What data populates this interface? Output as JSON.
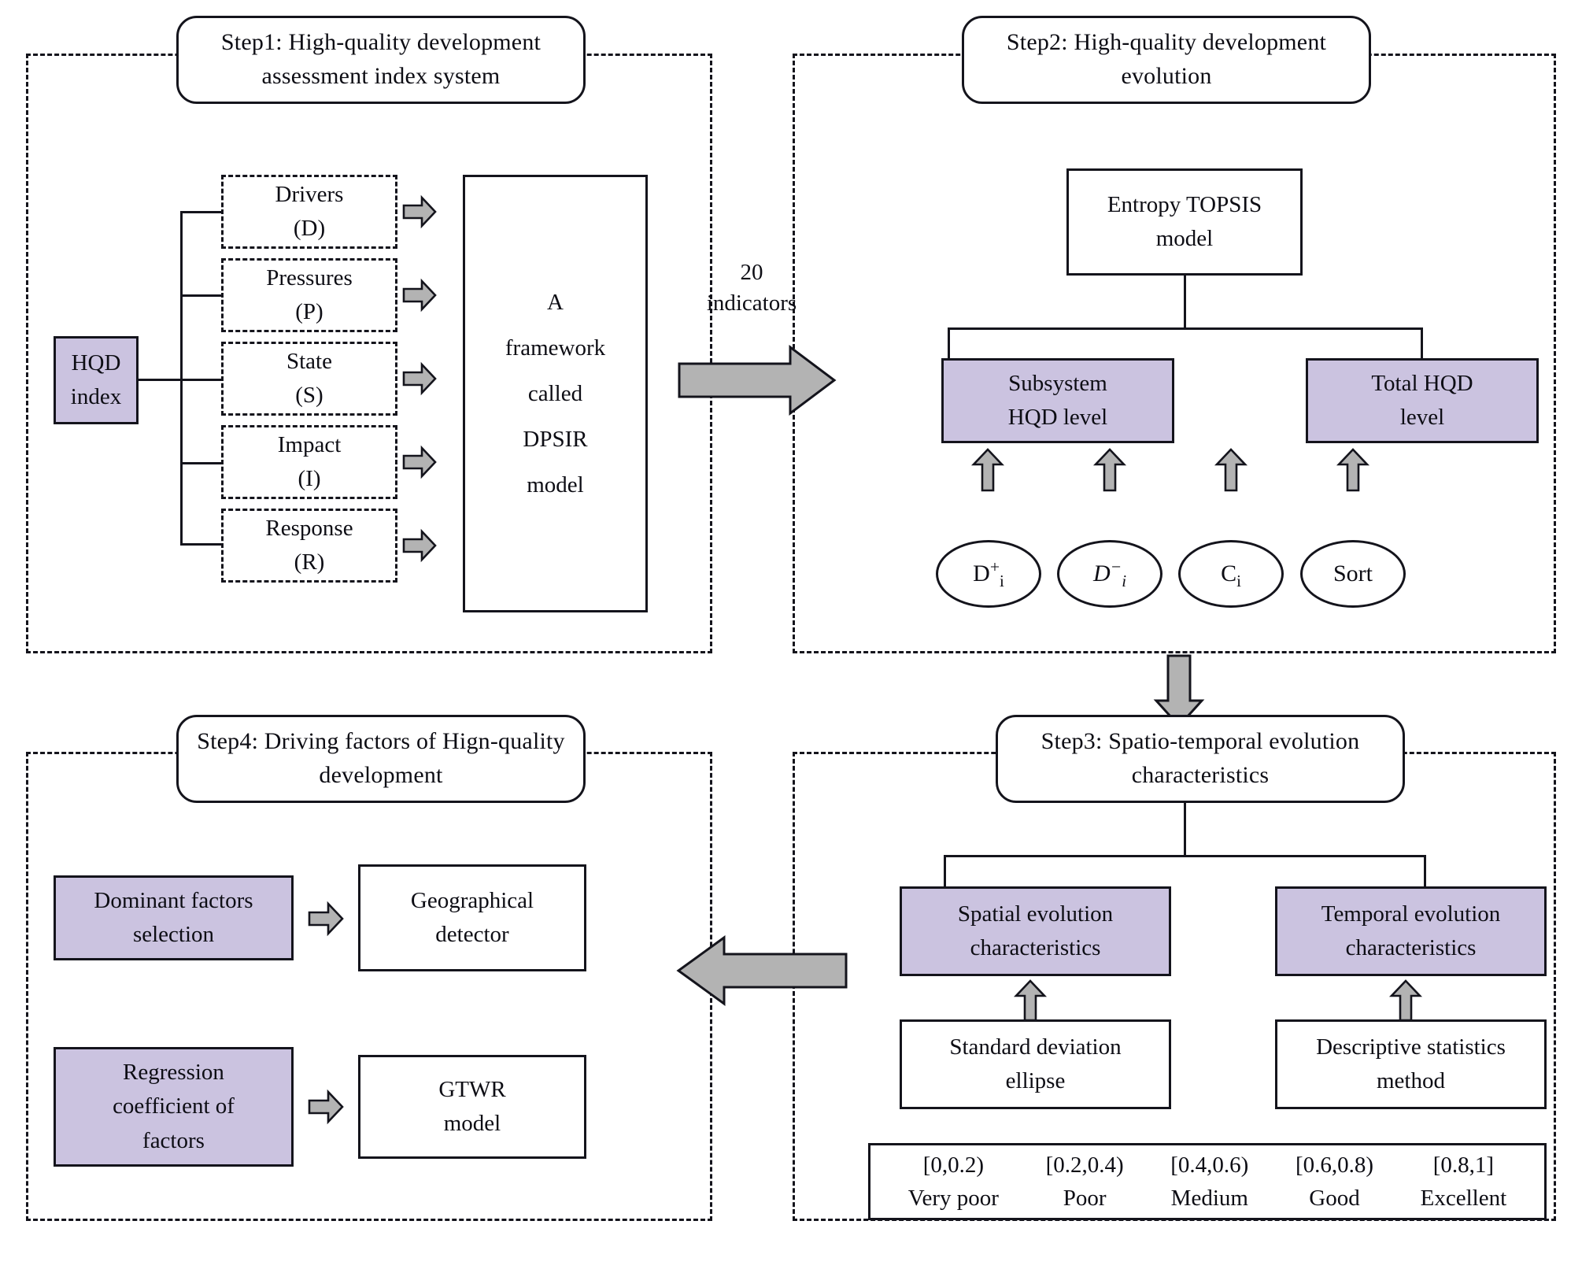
{
  "diagram": {
    "title": "Research framework flowchart",
    "accent_purple": "#CBC3E0",
    "arrow_gray": "#B3B3B3",
    "stroke_color": "#14141C"
  },
  "step1": {
    "title": "Step1: High-quality development assessment index system",
    "root_node": "HQD index",
    "dpsir_items": [
      {
        "label": "Drivers (D)"
      },
      {
        "label": "Pressures (P)"
      },
      {
        "label": "State (S)"
      },
      {
        "label": "Impact (I)"
      },
      {
        "label": "Response (R)"
      }
    ],
    "framework_node": "A framework called DPSIR model"
  },
  "bridge": {
    "step1_to_step2_label": "20 indicators"
  },
  "step2": {
    "title": "Step2: High-quality development evolution",
    "model_node": "Entropy TOPSIS model",
    "outputs": [
      {
        "label": "Subsystem HQD level"
      },
      {
        "label": "Total HQD level"
      }
    ],
    "metrics": [
      {
        "label": "D+i",
        "base": "D",
        "sup": "+",
        "sub": "i",
        "italic": false
      },
      {
        "label": "D-i",
        "base": "D",
        "sup": "−",
        "sub": "i",
        "italic": true
      },
      {
        "label": "Ci",
        "base": "C",
        "sup": "",
        "sub": "i",
        "italic": false
      },
      {
        "label": "Sort",
        "base": "Sort",
        "sup": "",
        "sub": "",
        "italic": false
      }
    ]
  },
  "step3": {
    "title": "Step3: Spatio-temporal evolution characteristics",
    "branches": [
      {
        "top": "Spatial evolution characteristics",
        "bottom": "Standard deviation ellipse"
      },
      {
        "top": "Temporal evolution characteristics",
        "bottom": "Descriptive statistics method"
      }
    ],
    "legend": [
      {
        "range": "[0,0.2)",
        "grade": "Very poor"
      },
      {
        "range": "[0.2,0.4)",
        "grade": "Poor"
      },
      {
        "range": "[0.4,0.6)",
        "grade": "Medium"
      },
      {
        "range": "[0.6,0.8)",
        "grade": "Good"
      },
      {
        "range": "[0.8,1]",
        "grade": "Excellent"
      }
    ]
  },
  "step4": {
    "title": "Step4: Driving factors of Hign-quality development",
    "rows": [
      {
        "source": "Dominant factors selection",
        "target": "Geographical detector"
      },
      {
        "source": "Regression coefficient of factors",
        "target": "GTWR model"
      }
    ]
  }
}
